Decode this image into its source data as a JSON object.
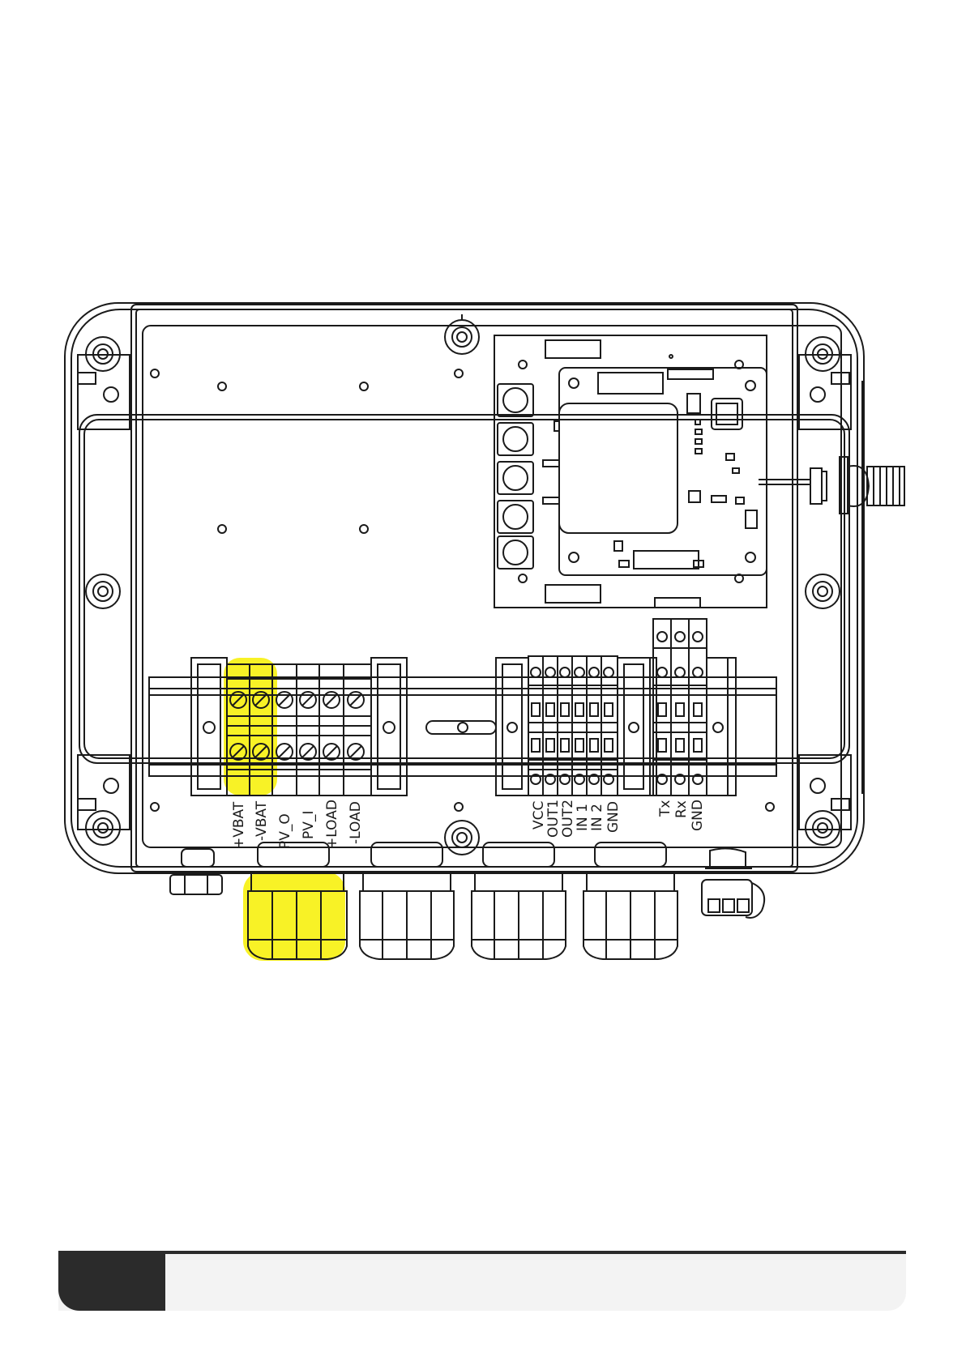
{
  "labels": {
    "power_terminals": [
      "+VBAT",
      "-VBAT",
      "PV_O",
      "PV_I",
      "+LOAD",
      "-LOAD"
    ],
    "io_terminals": [
      "VCC",
      "OUT1",
      "OUT2",
      "IN 1",
      "IN 2",
      "GND"
    ],
    "serial_terminals": [
      "Tx",
      "Rx",
      "GND"
    ]
  },
  "colors": {
    "highlight": "#f7f000",
    "line": "#1a1a1a",
    "footer_dark": "#2b2b2b",
    "footer_light": "#f3f3f3"
  }
}
